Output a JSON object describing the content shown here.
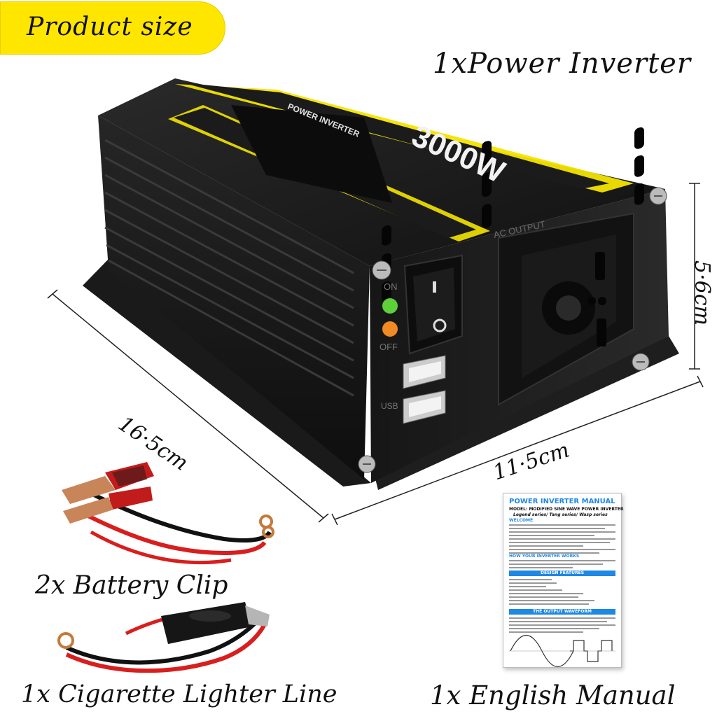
{
  "badge": {
    "text": "Product size"
  },
  "labels": {
    "inverter": "1xPower Inverter",
    "clip": "2x Battery Clip",
    "lighter": "1x Cigarette Lighter Line",
    "manual": "1x English Manual"
  },
  "dimensions": {
    "length": "16·5cm",
    "width": "11·5cm",
    "height": "5·6cm"
  },
  "device": {
    "power_label": "3000W",
    "brand_label": "POWER INVERTER",
    "ac_output": "AC OUTPUT",
    "on_label": "ON",
    "off_label": "OFF",
    "usb_label": "USB"
  },
  "manual": {
    "title": "POWER INVERTER MANUAL",
    "model": "MODEL:  MODIFIED SINE WAVE POWER INVERTER",
    "series": "Legend series/ Tang series/ Wasp series",
    "welcome": "WELCOME",
    "how": "HOW YOUR INVERTER WORKS",
    "features": "DESIGN FEATURES",
    "waveform": "THE OUTPUT WAVEFORM"
  },
  "colors": {
    "badge": "#ffe600",
    "accent_yellow": "#f4e400",
    "body_black": "#1b1b1b",
    "manual_blue": "#1e88e5",
    "led_green": "#5ed13a",
    "led_orange": "#f08a24",
    "wire_red": "#d81e1e"
  }
}
